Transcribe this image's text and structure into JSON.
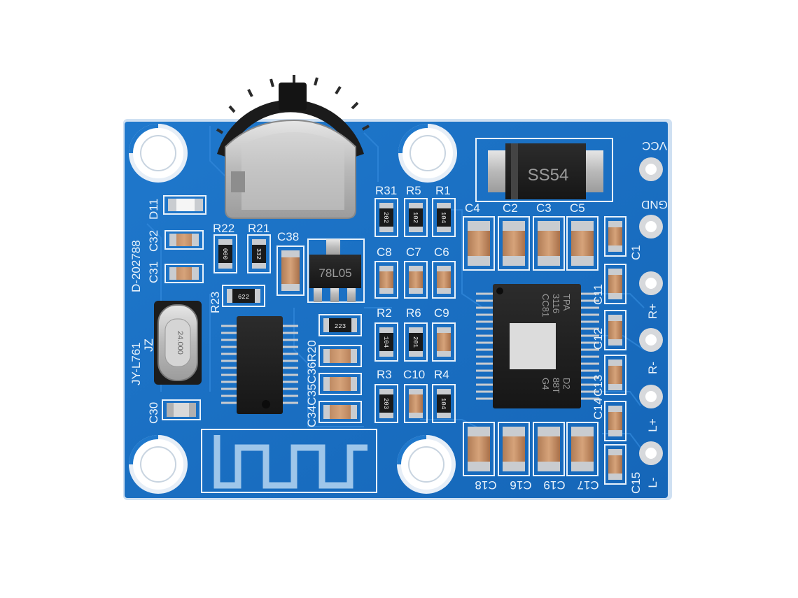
{
  "board": {
    "model": "JY-L761",
    "code": "D-202788",
    "maker": "JZ",
    "colors": {
      "pcb": "#1a6fc4",
      "pcb_dark": "#0f5aa8",
      "silk": "#e8f2fb",
      "pad": "#c9ccd0"
    }
  },
  "ports": [
    "VCC",
    "GND",
    "R+",
    "R-",
    "L+",
    "L-"
  ],
  "parts": {
    "diode_marking": "SS54",
    "regulator_marking": "78L05",
    "amp_lines": [
      "TPA",
      "3116",
      "CC81",
      "D2",
      "88T",
      "G4"
    ],
    "crystal_marking": "24.000",
    "r31": "202",
    "r5": "102",
    "r1": "104",
    "r22": "000",
    "r21": "332",
    "r23": "622",
    "r20": "223",
    "r2": "104",
    "r6": "201",
    "r3": "203",
    "r4": "104"
  },
  "labels": {
    "d11": "D11",
    "c32": "C32",
    "c31": "C31",
    "r22": "R22",
    "r21": "R21",
    "c38": "C38",
    "r23": "R23",
    "r31": "R31",
    "r5": "R5",
    "r1": "R1",
    "c8": "C8",
    "c7": "C7",
    "c6": "C6",
    "r2": "R2",
    "r6": "R6",
    "c9": "C9",
    "r3": "R3",
    "c10": "C10",
    "r4": "R4",
    "c4": "C4",
    "c2": "C2",
    "c3": "C3",
    "c5": "C5",
    "c1": "C1",
    "c11": "C11",
    "c12": "C12",
    "c13": "C13",
    "c14": "C14",
    "c15": "C15",
    "c18": "C18",
    "c16": "C16",
    "c19": "C19",
    "c17": "C17",
    "c30": "C30",
    "c34_group": "C34C35C36R20"
  }
}
